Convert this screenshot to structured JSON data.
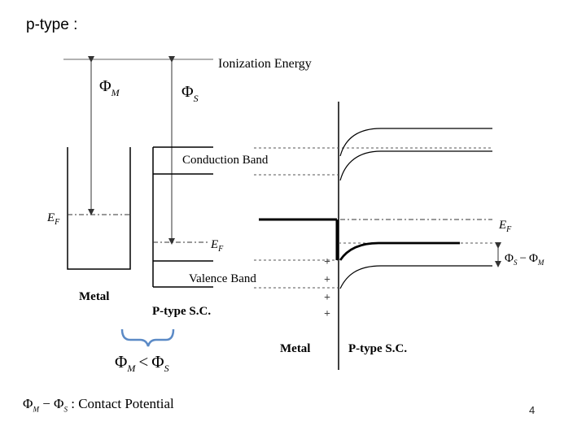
{
  "title": "p-type :",
  "page_number": "4",
  "left_diagram": {
    "ionization_label": "Ionization Energy",
    "phi_m": "Φ",
    "phi_m_sub": "M",
    "phi_s": "Φ",
    "phi_s_sub": "S",
    "ef_metal": "E",
    "ef_metal_sub": "F",
    "ef_sc": "E",
    "ef_sc_sub": "F",
    "conduction_band": "Conduction Band",
    "valence_band": "Valence Band",
    "metal_label": "Metal",
    "sc_label": "P-type  S.C.",
    "condition_phi1": "Φ",
    "condition_sub1": "M",
    "condition_op": "<",
    "condition_phi2": "Φ",
    "condition_sub2": "S"
  },
  "right_diagram": {
    "ef": "E",
    "ef_sub": "F",
    "barrier_phi1": "Φ",
    "barrier_sub1": "S",
    "barrier_op": "−",
    "barrier_phi2": "Φ",
    "barrier_sub2": "M",
    "charges": [
      "+",
      "+",
      "+",
      "+"
    ],
    "metal_label": "Metal",
    "sc_label": "P-type  S.C."
  },
  "footer": {
    "phi1": "Φ",
    "sub1": "M",
    "op": "−",
    "phi2": "Φ",
    "sub2": "S",
    "text": " : Contact Potential"
  },
  "colors": {
    "line": "#000000",
    "charge": "#444444"
  }
}
